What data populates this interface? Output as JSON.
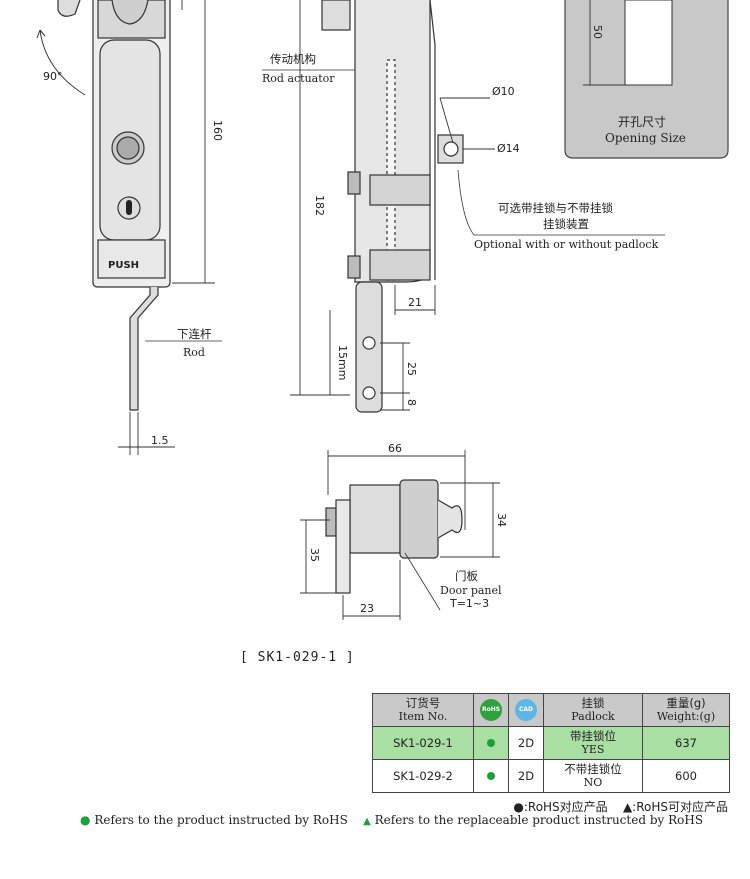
{
  "labels": {
    "angle": "90°",
    "dim_160": "160",
    "dim_182": "182",
    "dim_50": "50",
    "dim_d10": "Ø10",
    "dim_d14": "Ø14",
    "dim_21": "21",
    "dim_15mm": "15mm",
    "dim_25": "25",
    "dim_8": "8",
    "dim_1_5": "1.5",
    "dim_66": "66",
    "dim_34": "34",
    "dim_35": "35",
    "dim_23": "23",
    "push": "PUSH",
    "rod_actuator_cn": "传动机构",
    "rod_actuator_en": "Rod actuator",
    "opening_cn": "开孔尺寸",
    "opening_en": "Opening Size",
    "padlock_opt_cn1": "可选带挂锁与不带挂锁",
    "padlock_opt_cn2": "挂锁装置",
    "padlock_opt_en": "Optional with or without padlock",
    "rod_cn": "下连杆",
    "rod_en": "Rod",
    "door_cn": "门板",
    "door_en": "Door panel",
    "door_t": "T=1~3"
  },
  "model_code": "[ SK1-029-1 ]",
  "table": {
    "headers": {
      "item_cn": "订货号",
      "item_en": "Item No.",
      "rohs_icon": "RoHS",
      "cad_icon": "CAD",
      "padlock_cn": "挂锁",
      "padlock_en": "Padlock",
      "weight_cn": "重量(g)",
      "weight_en": "Weight:(g)"
    },
    "rows": [
      {
        "item": "SK1-029-1",
        "cad": "2D",
        "padlock_cn": "带挂锁位",
        "padlock_en": "YES",
        "weight": "637"
      },
      {
        "item": "SK1-029-2",
        "cad": "2D",
        "padlock_cn": "不带挂锁位",
        "padlock_en": "NO",
        "weight": "600"
      }
    ]
  },
  "legend": {
    "dot_cn": "●:RoHS对应产品",
    "tri_cn": "▲:RoHS可对应产品",
    "dot_en": "Refers to the product instructed by RoHS",
    "tri_en": "Refers to the replaceable product instructed by RoHS"
  },
  "colors": {
    "rohs_green": "#1aa03a",
    "highlight_row": "#a9dfa2",
    "header_gray": "#c9c9c9"
  }
}
